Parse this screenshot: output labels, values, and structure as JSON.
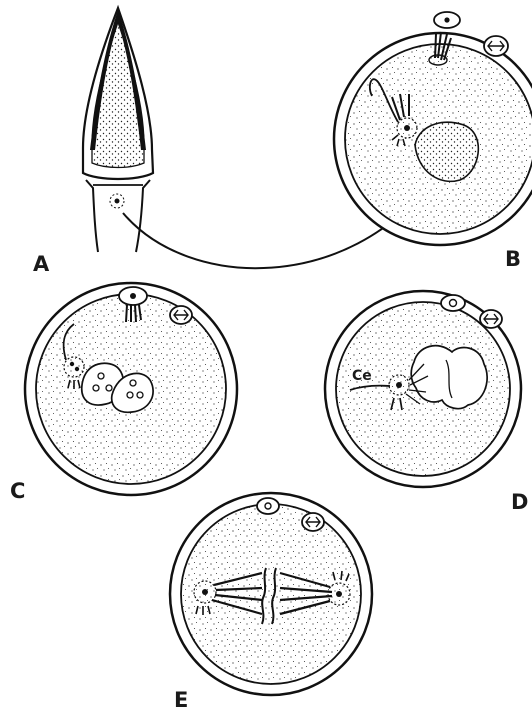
{
  "panels": {
    "a": {
      "label": "A"
    },
    "b": {
      "label": "B"
    },
    "c": {
      "label": "C"
    },
    "d": {
      "label": "D",
      "centrosome_label": "Ce"
    },
    "e": {
      "label": "E"
    }
  }
}
